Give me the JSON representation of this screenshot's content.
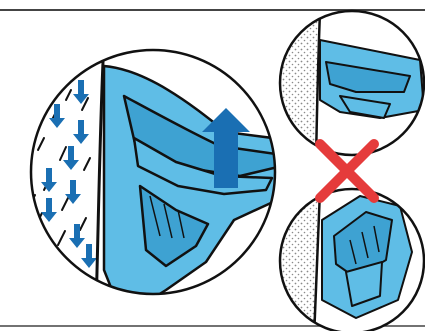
{
  "figure": {
    "main_panel": {
      "arrow": "up-arrow",
      "arrow_color": "#1a6fb3",
      "rain_arrow_count": 9,
      "surface": "textured-wall"
    },
    "wrong_panels": {
      "mark": "cross-mark",
      "mark_color": "#e53b3b",
      "count": 2
    },
    "colors": {
      "part_fill": "#5fbde6",
      "part_shade": "#3ea2d2",
      "outline": "#111111",
      "texture": "#8a8a8a",
      "frame_line": "#444444"
    }
  }
}
